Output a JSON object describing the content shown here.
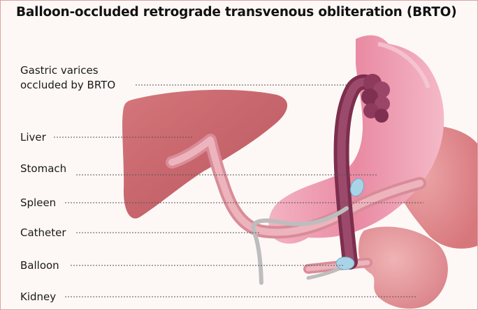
{
  "title": "Balloon-occluded retrograde transvenous obliteration (BRTO)",
  "labels": {
    "gastric_varices_line1": "Gastric varices",
    "gastric_varices_line2": "occluded by BRTO",
    "liver": "Liver",
    "stomach": "Stomach",
    "spleen": "Spleen",
    "catheter": "Catheter",
    "balloon": "Balloon",
    "kidney": "Kidney"
  },
  "colors": {
    "liver": "#c9686e",
    "stomach": "#ef9eb3",
    "spleen": "#e08b8f",
    "kidney": "#e49ba0",
    "varices": "#8e3a5c",
    "vessel": "#e7a3ad",
    "balloon": "#a9d4e8",
    "catheter": "#c9c9c9"
  }
}
